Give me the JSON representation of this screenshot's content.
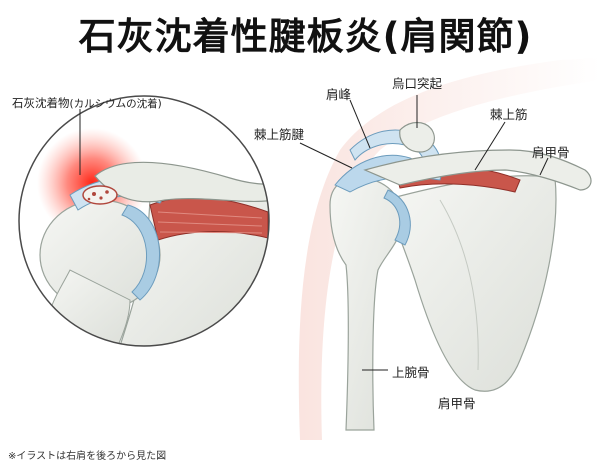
{
  "title": "石灰沈着性腱板炎(肩関節)",
  "colors": {
    "tendon": "#a9cce3",
    "muscle": "#c9564b",
    "bone": "#eef0ec",
    "inflammation": "#ff2a1a",
    "skin": "#f7d9d3"
  },
  "inset": {
    "label": "石灰沈着物",
    "label_sub": "(カルシウムの沈着)"
  },
  "labels": {
    "acromion": "肩峰",
    "coracoid": "烏口突起",
    "infraspinatus_tendon": "棘上筋腱",
    "supraspinatus": "棘上筋",
    "scapula_upper": "肩甲骨",
    "humerus": "上腕骨",
    "scapula_lower": "肩甲骨"
  },
  "footnote": "※イラストは右肩を後ろから見た図"
}
